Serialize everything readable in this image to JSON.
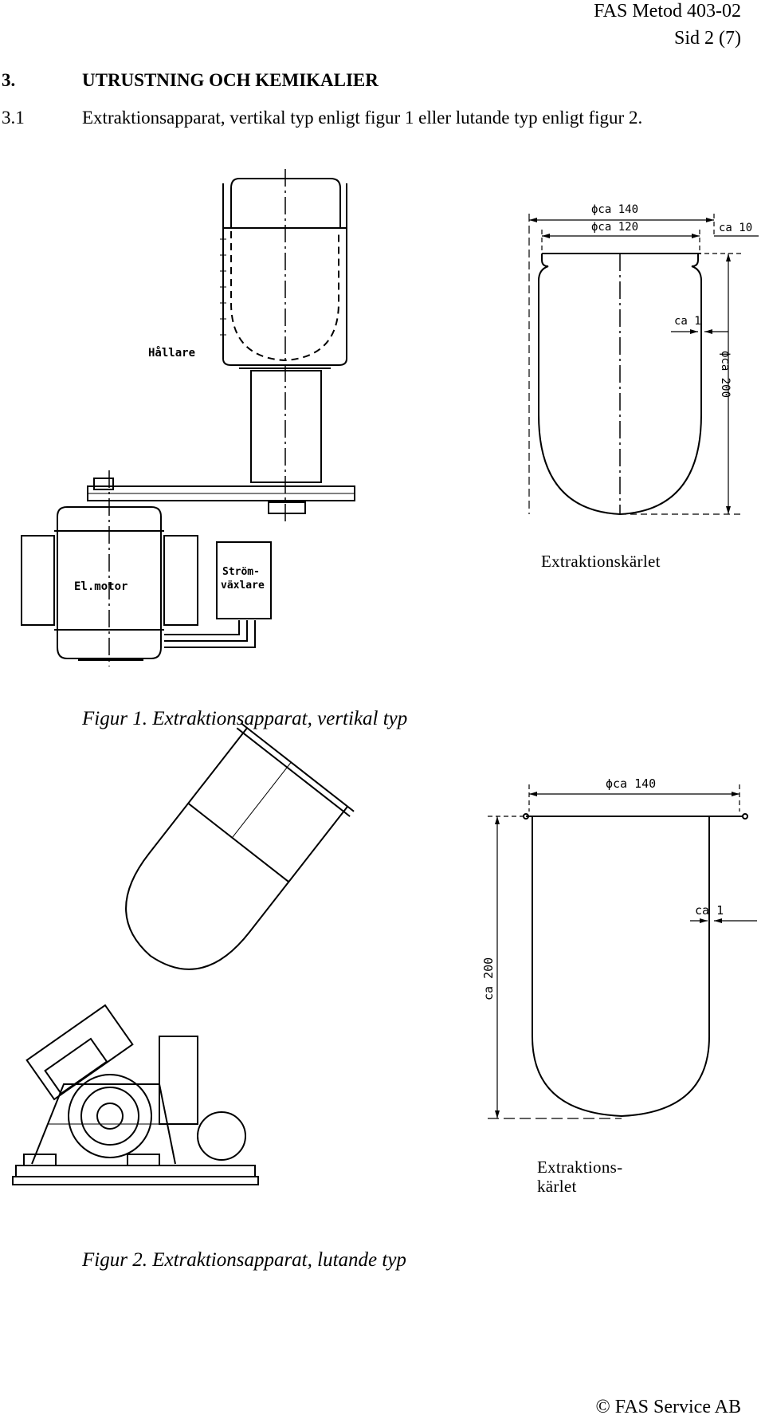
{
  "header": {
    "doc_id": "FAS Metod 403-02",
    "page": "Sid 2 (7)"
  },
  "section": {
    "number": "3.",
    "title": "UTRUSTNING OCH KEMIKALIER"
  },
  "item": {
    "number": "3.1",
    "text": "Extraktionsapparat, vertikal typ enligt figur 1 eller lutande typ enligt figur 2."
  },
  "figure1": {
    "labels": {
      "hallare": "Hållare",
      "elmotor": "El.motor",
      "stromvaxlare_1": "Ström-",
      "stromvaxlare_2": "växlare"
    },
    "vessel": {
      "dim_outer": "ϕca 140",
      "dim_inner": "ϕca 120",
      "dim_rim": "ca 10",
      "dim_wall": "ca 1",
      "dim_height": "ϕca 200",
      "name": "Extraktionskärlet"
    },
    "caption": "Figur 1. Extraktionsapparat, vertikal typ"
  },
  "figure2": {
    "vessel": {
      "dim_width": "ϕca 140",
      "dim_wall": "ca 1",
      "dim_height": "ca 200",
      "name_line1": "Extraktions-",
      "name_line2": "kärlet"
    },
    "caption": "Figur 2. Extraktionsapparat, lutande typ"
  },
  "footer": {
    "copyright": "© FAS Service AB"
  }
}
